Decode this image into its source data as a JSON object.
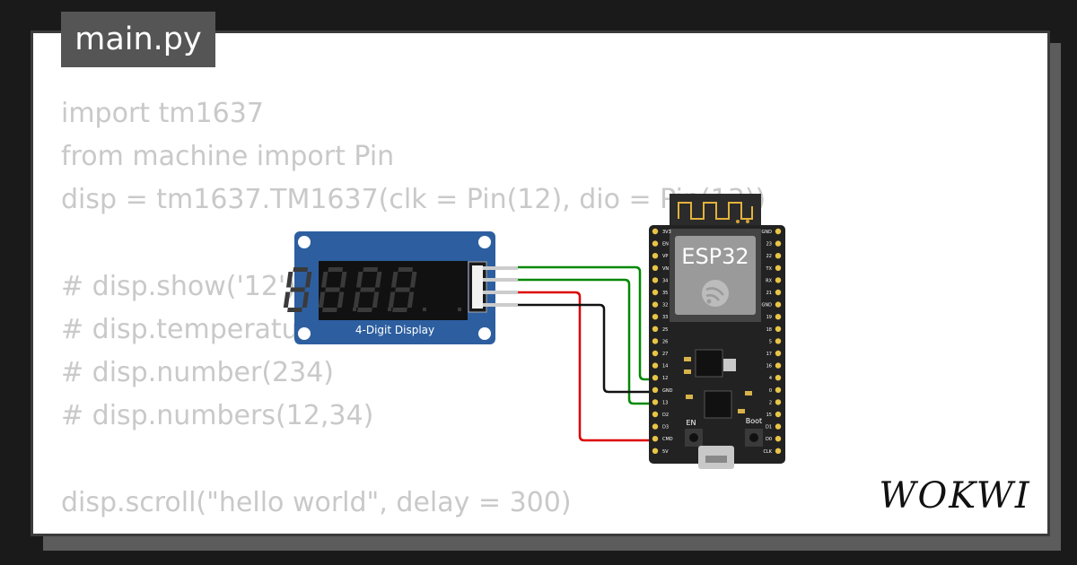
{
  "file_tab": {
    "name": "main.py"
  },
  "code_lines": [
    "import tm1637",
    "from machine import Pin",
    "disp = tm1637.TM1637(clk = Pin(12), dio = Pin(13))",
    "",
    "# disp.show('12')",
    "# disp.temperature(",
    "# disp.number(234)",
    "# disp.numbers(12,34)",
    "",
    "disp.scroll(\"hello world\", delay = 300)"
  ],
  "display_module": {
    "label": "4-Digit Display"
  },
  "esp32": {
    "label": "ESP32",
    "en_label": "EN",
    "boot_label": "Boot",
    "left_pins": [
      "3V3",
      "EN",
      "VP",
      "VN",
      "34",
      "35",
      "32",
      "33",
      "25",
      "26",
      "27",
      "14",
      "12",
      "GND",
      "13",
      "D2",
      "D3",
      "CMD",
      "5V"
    ],
    "right_pins": [
      "GND",
      "23",
      "22",
      "TX",
      "RX",
      "21",
      "GND",
      "19",
      "18",
      "5",
      "17",
      "16",
      "4",
      "0",
      "2",
      "15",
      "D1",
      "D0",
      "CLK"
    ]
  },
  "brand": {
    "name": "WOKWI"
  },
  "colors": {
    "board_blue": "#2d5fa0",
    "esp_board": "#222222",
    "wire_green": "#008800",
    "wire_red": "#dd0000",
    "wire_black": "#111111",
    "code_text": "#c9c9c9"
  }
}
